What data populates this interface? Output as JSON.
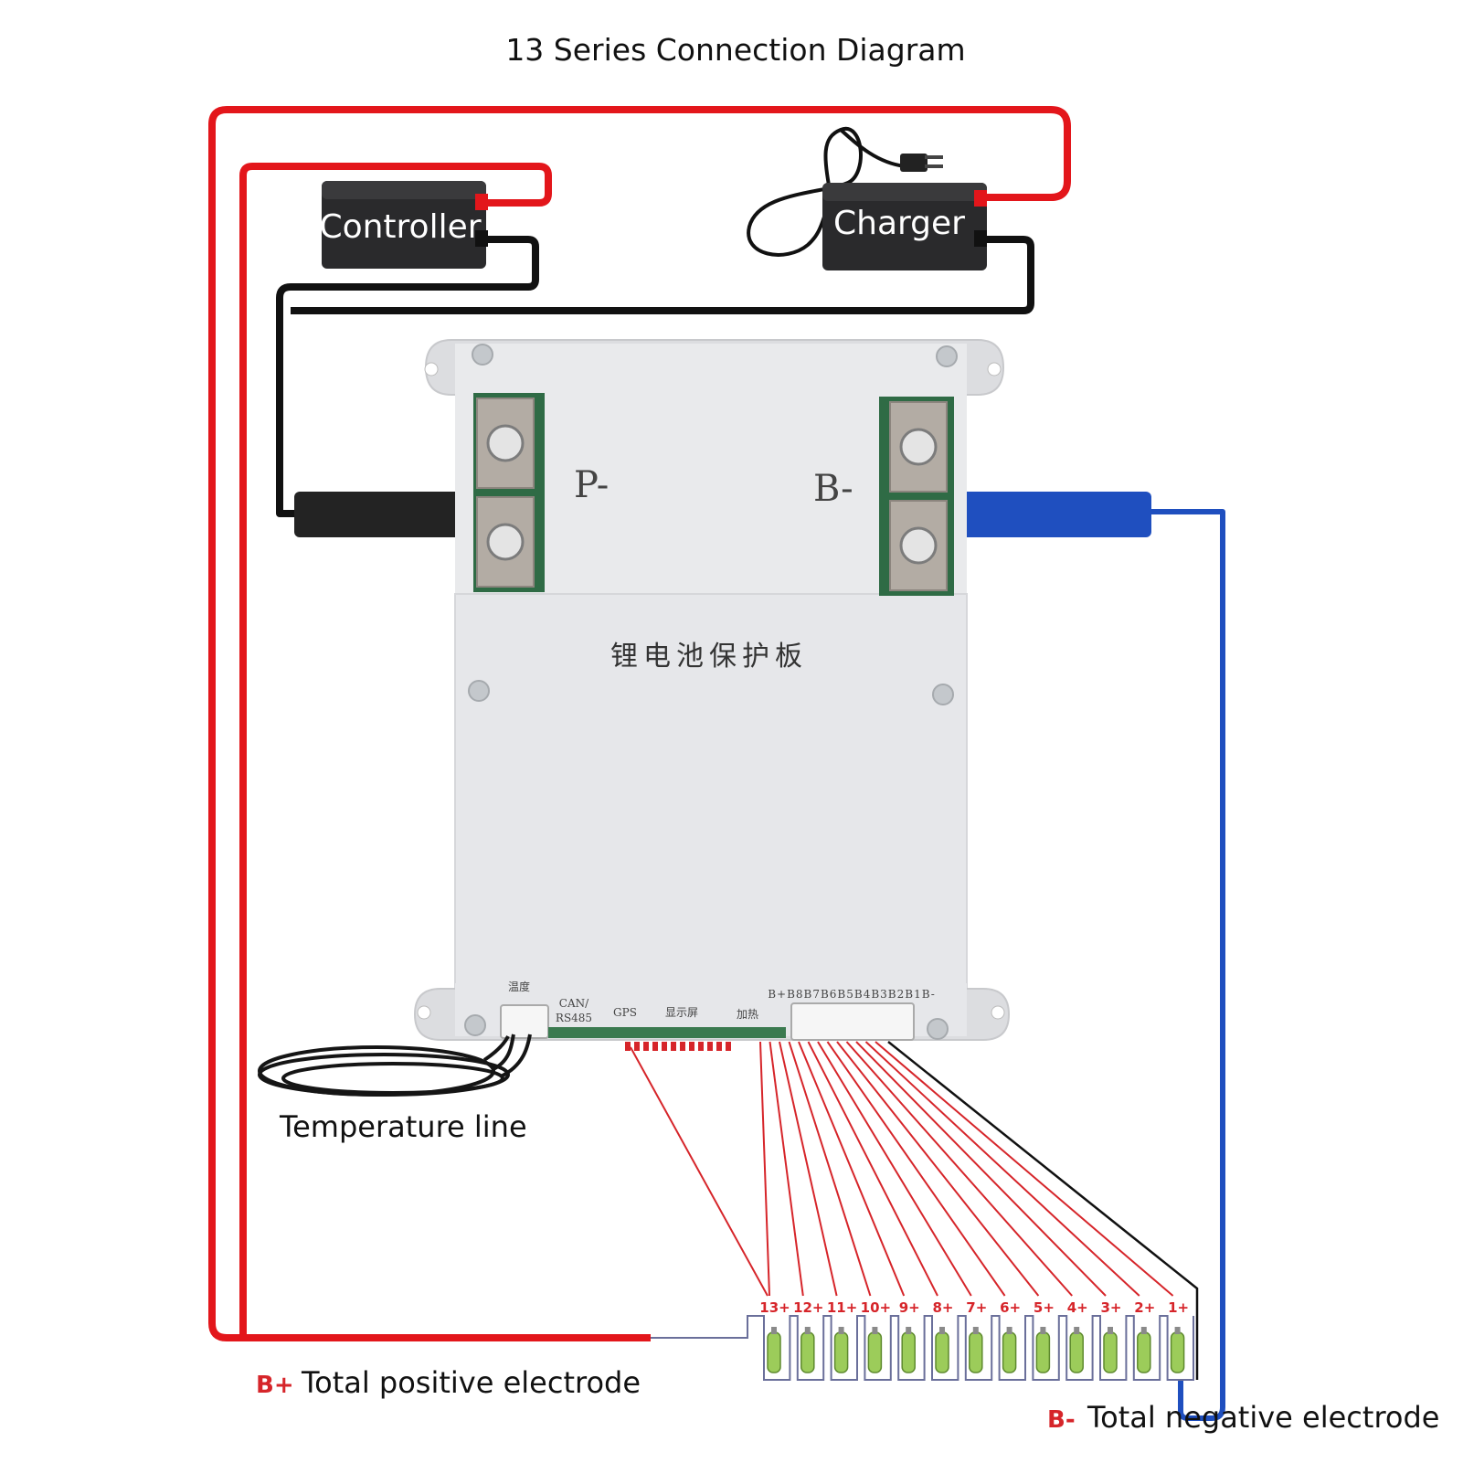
{
  "title": "13 Series Connection Diagram",
  "controller_label": "Controller",
  "charger_label": "Charger",
  "terminal_p_label": "P-",
  "terminal_b_label": "B-",
  "board_label": "锂电池保护板",
  "ports": {
    "temp": "温度",
    "can_line1": "CAN/",
    "can_line2": "RS485",
    "gps": "GPS",
    "display": "显示屏",
    "heat": "加热"
  },
  "balance_header": "B+B8B7B6B5B4B3B2B1B-",
  "cells": [
    "13+",
    "12+",
    "11+",
    "10+",
    "9+",
    "8+",
    "7+",
    "6+",
    "5+",
    "4+",
    "3+",
    "2+",
    "1+"
  ],
  "temperature_caption": "Temperature line",
  "positive_mark": "B+",
  "positive_caption": "Total positive electrode",
  "negative_mark": "B-",
  "negative_caption": "Total negative electrode",
  "colors": {
    "positive_wire": "#e3161b",
    "negative_wire": "#1f4fbf",
    "black_wire": "#111111",
    "balance_wire": "#d6252a",
    "board": "#e9eaec",
    "cell_body": "#9ccc5a"
  }
}
